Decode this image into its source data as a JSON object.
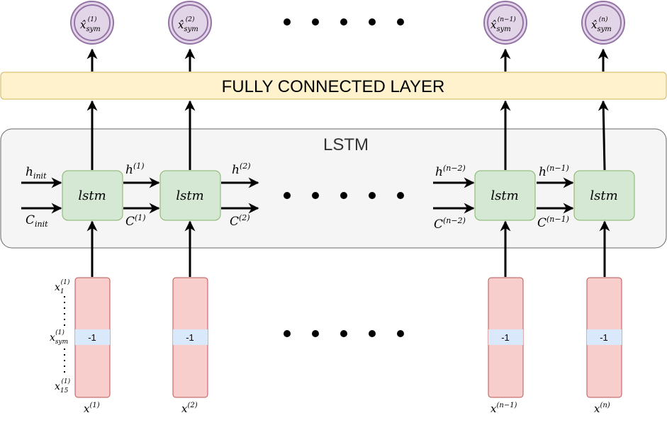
{
  "fc_layer": {
    "label": "FULLY CONNECTED LAYER"
  },
  "lstm_block": {
    "label": "LSTM"
  },
  "cells": [
    {
      "label": "lstm"
    },
    {
      "label": "lstm"
    },
    {
      "label": "lstm"
    },
    {
      "label": "lstm"
    }
  ],
  "outputs": [
    {
      "base": "x̂",
      "sub": "sym",
      "sup": "(1)"
    },
    {
      "base": "x̂",
      "sub": "sym",
      "sup": "(2)"
    },
    {
      "base": "x̂",
      "sub": "sym",
      "sup": "(n−1)"
    },
    {
      "base": "x̂",
      "sub": "sym",
      "sup": "(n)"
    }
  ],
  "state_labels": {
    "h_init": {
      "base": "h",
      "sub": "init"
    },
    "c_init": {
      "base": "C",
      "sub": "init"
    },
    "h1": {
      "base": "h",
      "sup": "(1)"
    },
    "c1": {
      "base": "C",
      "sup": "(1)"
    },
    "h2": {
      "base": "h",
      "sup": "(2)"
    },
    "c2": {
      "base": "C",
      "sup": "(2)"
    },
    "hn2": {
      "base": "h",
      "sup": "(n−2)"
    },
    "cn2": {
      "base": "C",
      "sup": "(n−2)"
    },
    "hn1": {
      "base": "h",
      "sup": "(n−1)"
    },
    "cn1": {
      "base": "C",
      "sup": "(n−1)"
    }
  },
  "input_vectors": [
    {
      "marker": "-1",
      "base": "x",
      "sup": "(1)"
    },
    {
      "marker": "-1",
      "base": "x",
      "sup": "(2)"
    },
    {
      "marker": "-1",
      "base": "x",
      "sup": "(n−1)"
    },
    {
      "marker": "-1",
      "base": "x",
      "sup": "(n)"
    }
  ],
  "element_labels": {
    "first": {
      "base": "x",
      "sub": "1",
      "sup": "(1)"
    },
    "sym": {
      "base": "x",
      "sub": "sym",
      "sup": "(1)"
    },
    "last": {
      "base": "x",
      "sub": "15",
      "sup": "(1)"
    }
  },
  "colors": {
    "fc_fill": "#fff2cc",
    "fc_stroke": "#d6b656",
    "lstm_block_fill": "#f5f5f5",
    "lstm_block_stroke": "#666666",
    "cell_fill": "#d5e8d4",
    "cell_stroke": "#82b366",
    "output_fill": "#e1d5e7",
    "output_stroke": "#9673a6",
    "input_fill": "#f8cecc",
    "input_stroke": "#b85450",
    "marker_fill": "#dae8fc"
  }
}
